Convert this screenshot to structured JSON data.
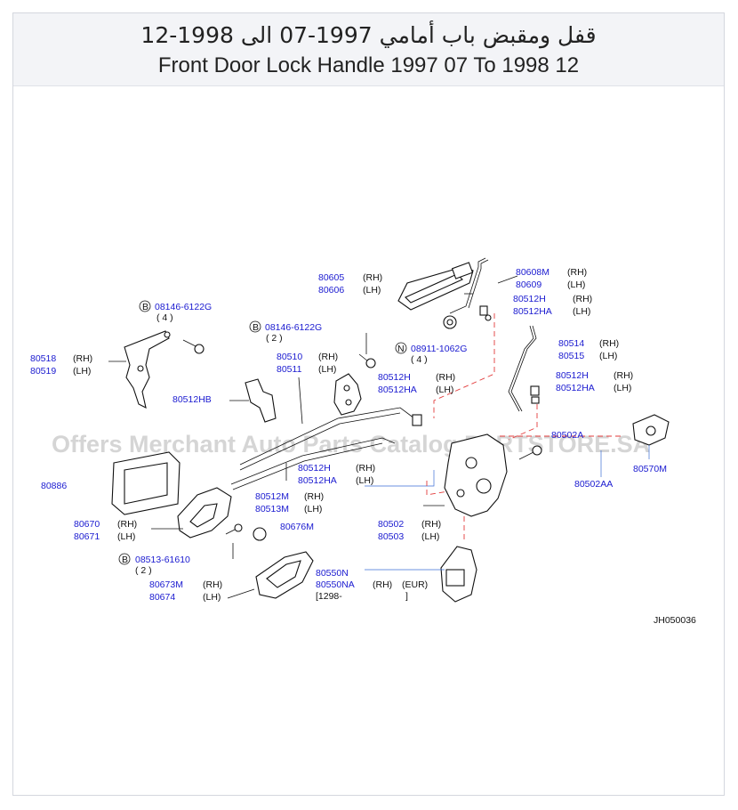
{
  "title_ar": "قفل ومقبض باب أمامي 1997-07 الى 1998-12",
  "title_en": "Front Door Lock Handle 1997 07 To 1998 12",
  "watermark": "Offers Merchant Auto Parts Catalog PARTSTORE.SA",
  "diagram_code": "JH050036",
  "labels": {
    "p80605": "80605",
    "p80606": "80606",
    "p80608M": "80608M",
    "p80609": "80609",
    "p80512H_a": "80512H",
    "p80512HA_a": "80512HA",
    "p08146_a": "08146-6122G",
    "qty_a": "( 4 )",
    "p08146_b": "08146-6122G",
    "qty_b": "( 2 )",
    "p08911": "08911-1062G",
    "qty_c": "( 4 )",
    "p80514": "80514",
    "p80515": "80515",
    "p80518": "80518",
    "p80519": "80519",
    "p80510": "80510",
    "p80511": "80511",
    "p80512H_b": "80512H",
    "p80512HA_b": "80512HA",
    "p80512H_c": "80512H",
    "p80512HA_c": "80512HA",
    "p80512HB": "80512HB",
    "p80502A": "80502A",
    "p80570M": "80570M",
    "p80502AA": "80502AA",
    "p80886": "80886",
    "p80512H_d": "80512H",
    "p80512HA_d": "80512HA",
    "p80512M": "80512M",
    "p80513M": "80513M",
    "p80670": "80670",
    "p80671": "80671",
    "p80676M": "80676M",
    "p80502": "80502",
    "p80503": "80503",
    "p08513": "08513-61610",
    "qty_d": "( 2 )",
    "p80673M": "80673M",
    "p80674": "80674",
    "p80550N": "80550N",
    "p80550NA": "80550NA",
    "rh": "(RH)",
    "lh": "(LH)",
    "eur": "(EUR)",
    "range_start": "[1298-",
    "range_end": "]",
    "badge_b": "B",
    "badge_n": "N"
  }
}
